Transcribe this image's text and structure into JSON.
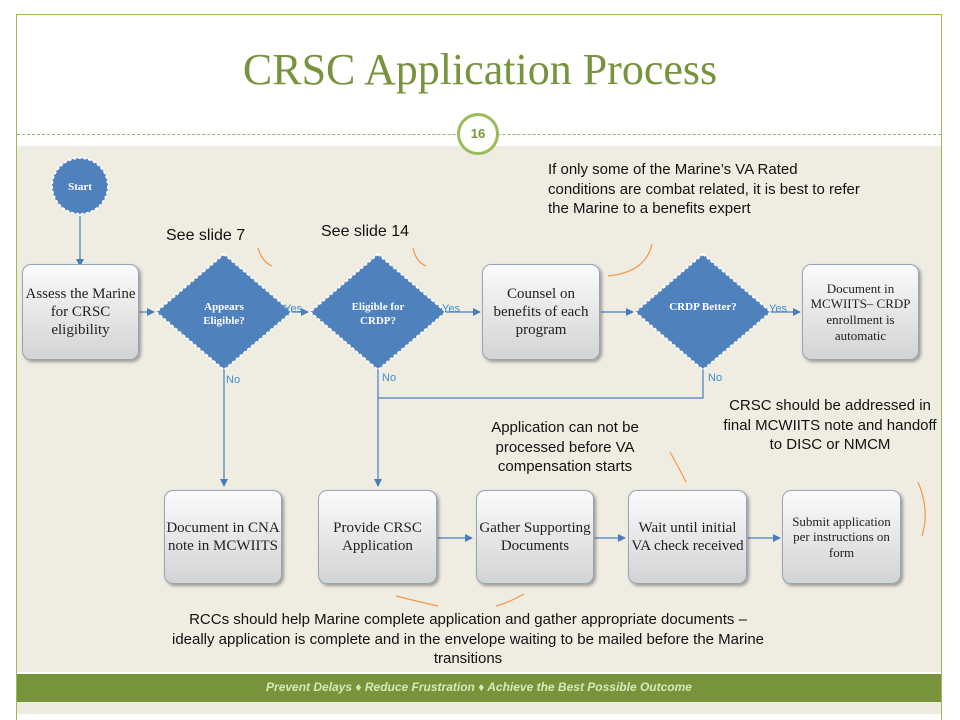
{
  "slide": {
    "title": "CRSC Application Process",
    "number": "16",
    "footer": "Prevent Delays ♦ Reduce Frustration ♦ Achieve the Best Possible Outcome"
  },
  "colors": {
    "title_green": "#77933c",
    "frame_green": "#9bbb59",
    "decision_blue": "#4f81bd",
    "arrow_blue": "#4a7ebb",
    "callout_orange": "#f79646"
  },
  "flow": {
    "start": "Start",
    "assess": "Assess the Marine for CRSC eligibility",
    "appears_eligible": "Appears Eligible?",
    "eligible_crdp": "Eligible for CRDP?",
    "counsel": "Counsel on benefits of each program",
    "crdp_better": "CRDP Better?",
    "document_mcwiits": "Document in MCWIITS– CRDP enrollment is automatic",
    "document_cna": "Document in CNA note in MCWIITS",
    "provide_crsc": "Provide CRSC Application",
    "gather_docs": "Gather Supporting Documents",
    "wait_check": "Wait until initial VA check received",
    "submit": "Submit application per instructions on form"
  },
  "labels": {
    "yes1": "Yes",
    "yes2": "Yes",
    "yes3": "Yes",
    "no1": "No",
    "no2": "No",
    "no3": "No"
  },
  "notes": {
    "see7": "See slide 7",
    "see14": "See slide 14",
    "partial": "If only some of the Marine’s VA Rated conditions are combat related, it is best to refer the Marine to a benefits expert",
    "cannot_process": "Application can not be processed before VA compensation starts",
    "crsc_final": "CRSC should be addressed in final MCWIITS note and handoff to DISC or NMCM",
    "rccs": "RCCs should help Marine complete application and gather appropriate documents – ideally application is complete and in the envelope waiting to be mailed before the Marine transitions"
  }
}
